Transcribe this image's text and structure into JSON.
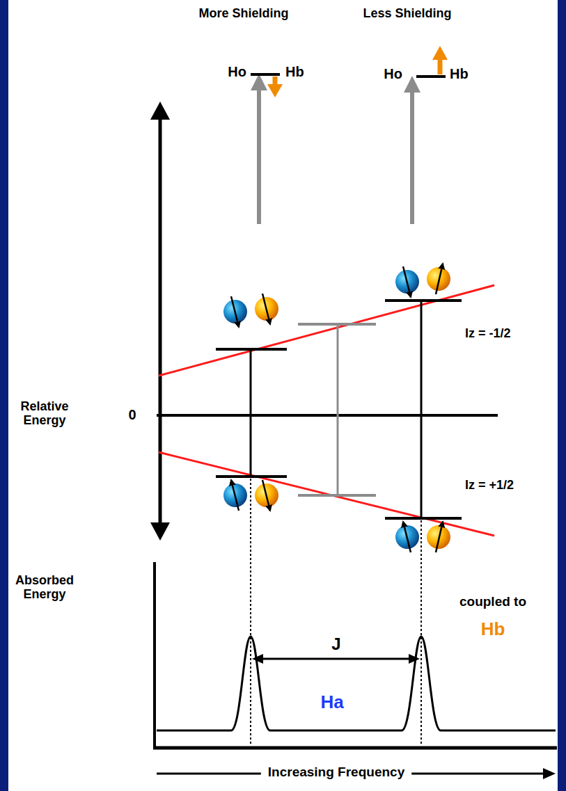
{
  "diagram": {
    "labels": [
      "More Shielding",
      "Less Shielding",
      "Ho",
      "Hb",
      "Ho",
      "Hb",
      "Relative Energy",
      "0",
      "Iz = -1/2",
      "Iz = +1/2",
      "Absorbed Energy",
      "J",
      "coupled to",
      "Hb",
      "Ha",
      "Increasing Frequency"
    ]
  }
}
